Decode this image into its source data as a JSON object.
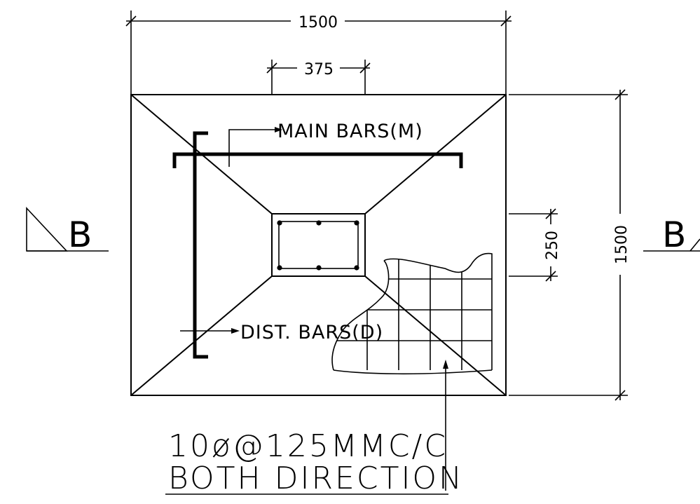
{
  "dimensions": {
    "width_top": "1500",
    "column_width": "375",
    "height_right": "1500",
    "column_height": "250"
  },
  "labels": {
    "main_bars": "MAIN BARS(M)",
    "dist_bars": "DIST. BARS(D)"
  },
  "note": {
    "line1": "10ø@125MMC/C",
    "line2": "BOTH DIRECTION"
  },
  "section_marks": {
    "left": "B",
    "right": "B"
  }
}
